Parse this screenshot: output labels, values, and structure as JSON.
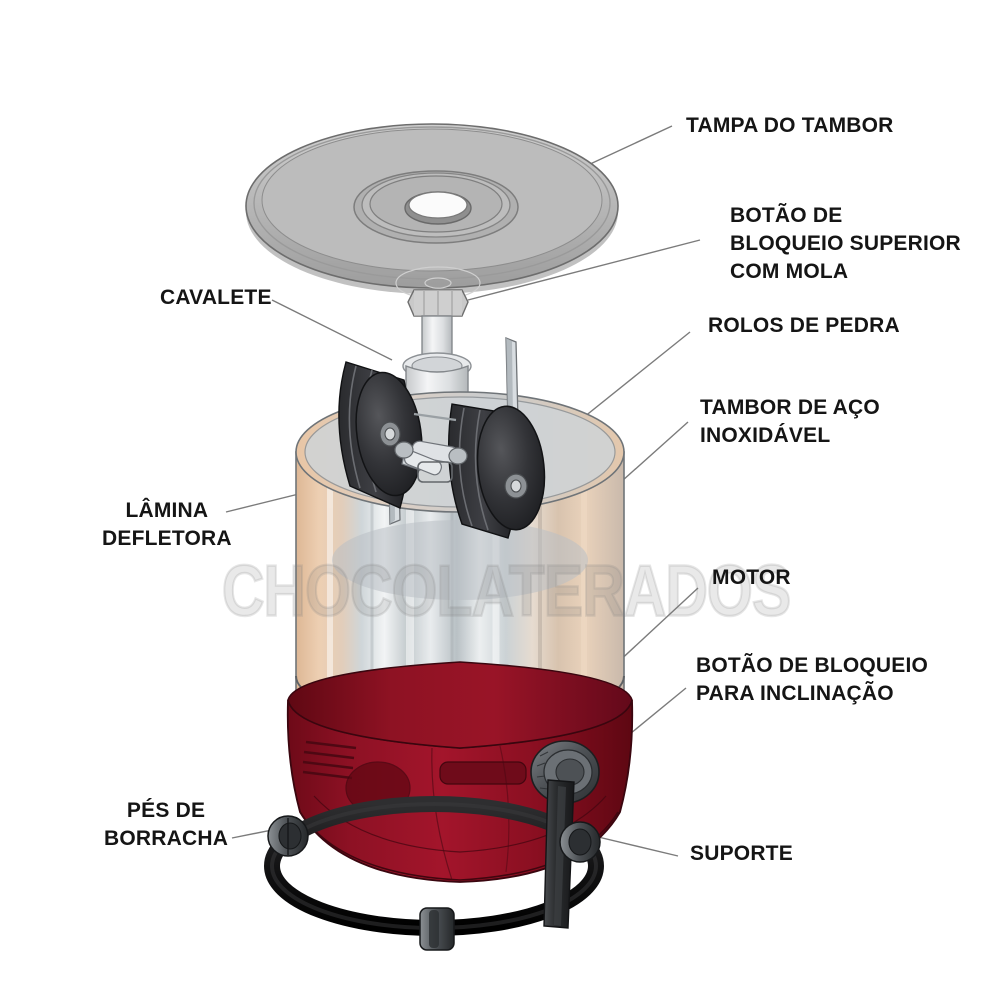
{
  "diagram": {
    "title": "Moedor de pedra / Melanger - diagrama de componentes",
    "language": "pt-BR",
    "watermark": "CHOCOLATERADOS",
    "background_color": "#ffffff",
    "label_color": "#151515",
    "leader_line_color": "#7b7b7b"
  },
  "labels": {
    "tampa_do_tambor": "TAMPA DO TAMBOR",
    "botao_bloqueio_superior": "BOTÃO DE\nBLOQUEIO SUPERIOR\nCOM MOLA",
    "rolos_de_pedra": "ROLOS DE PEDRA",
    "tambor_de_aco": "TAMBOR DE AÇO\nINOXIDÁVEL",
    "motor": "MOTOR",
    "botao_bloqueio_inclinacao": "BOTÃO DE BLOQUEIO\nPARA INCLINAÇÃO",
    "suporte": "SUPORTE",
    "cavalete": "CAVALETE",
    "lamina_defletora": "LÂMINA\nDEFLETORA",
    "pes_de_borracha": "PÉS DE\nBORRACHA"
  },
  "parts": {
    "lid": {
      "name": "tampa-do-tambor",
      "color": "#b8b8b8"
    },
    "top_lock_knob": {
      "name": "botao-bloqueio-superior",
      "color": "#c9c9c9"
    },
    "stone_rollers": {
      "name": "rolos-de-pedra",
      "color": "#2b2b2b",
      "count": 2
    },
    "steel_drum": {
      "name": "tambor-de-aco-inoxidavel",
      "color": "#d5d8da",
      "accent": "#e7c5a6"
    },
    "motor_housing": {
      "name": "motor",
      "color": "#8a0f22"
    },
    "tilt_lock_knob": {
      "name": "botao-bloqueio-inclinacao",
      "color": "#5b5f63"
    },
    "support_ring": {
      "name": "suporte",
      "color": "#1a1a1a"
    },
    "rubber_feet": {
      "name": "pes-de-borracha",
      "color": "#6a6e71",
      "count": 3
    },
    "scraper_blade": {
      "name": "lamina-defletora",
      "color": "#cfd4d8"
    },
    "column": {
      "name": "cavalete",
      "color": "#e3e5e7"
    }
  }
}
